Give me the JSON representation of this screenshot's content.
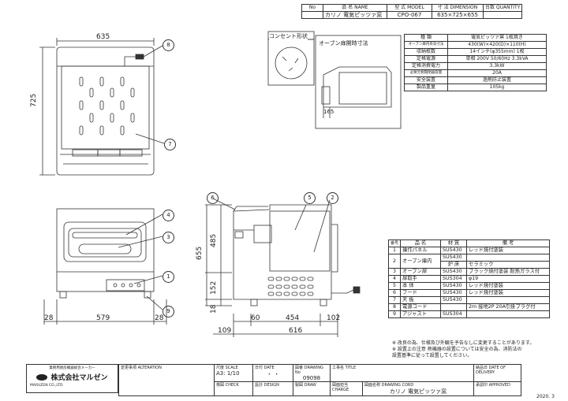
{
  "header": {
    "cols": [
      "No",
      "品 名 NAME",
      "型 式 MODEL",
      "寸 法 DIMENSION",
      "台数 QUANTITY"
    ],
    "product": "カリノ 電気ピッツァ窯",
    "model": "CPO-067",
    "dimension": "635×725×655"
  },
  "outlet": {
    "title": "コンセント形状"
  },
  "open_dim": {
    "title": "オーブン扉開時寸法",
    "value": "165"
  },
  "specs": [
    {
      "label": "種 類",
      "value": "電気ピッツァ窯 1枚焼き"
    },
    {
      "label": "オーブン庫内有効寸法",
      "value": "430(W)×420(D)×110(H)"
    },
    {
      "label": "収納枚数",
      "value": "14インチ(φ355mm) 1枚"
    },
    {
      "label": "定格電源",
      "value": "単相 200V 50/60Hz 3.3kVA"
    },
    {
      "label": "定格消費電力",
      "value": "3.3kW"
    },
    {
      "label": "必要元側開閉器容量",
      "value": "20A"
    },
    {
      "label": "安全装置",
      "value": "過熱防止装置"
    },
    {
      "label": "製品重量",
      "value": "105kg"
    }
  ],
  "parts_header": {
    "no": "番号",
    "name": "品 名",
    "material": "材 質",
    "note": "備 考"
  },
  "parts": [
    {
      "no": "1",
      "name": "操作パネル",
      "material": "SUS430",
      "note": "レッド焼付塗装"
    },
    {
      "no": "2",
      "name": "オーブン庫内",
      "material": "SUS430",
      "note": "",
      "sub": {
        "label": "炉 床",
        "material": "セラミック"
      }
    },
    {
      "no": "3",
      "name": "オーブン扉",
      "material": "SUS430",
      "note": "ブラック焼付塗装 耐熱ガラス付"
    },
    {
      "no": "4",
      "name": "扉取手",
      "material": "SUS304",
      "note": "φ19"
    },
    {
      "no": "5",
      "name": "本 体",
      "material": "SUS430",
      "note": "レッド焼付塗装"
    },
    {
      "no": "6",
      "name": "フード",
      "material": "SUS430",
      "note": "レッド焼付塗装"
    },
    {
      "no": "7",
      "name": "天 板",
      "material": "SUS430",
      "note": ""
    },
    {
      "no": "8",
      "name": "電源コード",
      "material": "",
      "note": "2m 接地2P 20A引掛プラグ付"
    },
    {
      "no": "9",
      "name": "アジャスト",
      "material": "SUS304",
      "note": ""
    }
  ],
  "notes": [
    "※ 改良の為、仕様及び外観を予告なしに変更することがあります。",
    "※ 設置上の注意 熱機器の設置については安全の為、消防法の",
    "   設置基準に従って設置してください。"
  ],
  "dims": {
    "top_width": "635",
    "top_depth": "725",
    "front_left": "28",
    "front_center": "579",
    "front_right": "28",
    "side_hood": "485",
    "side_total": "655",
    "side_body": "152",
    "side_leg": "18",
    "side_b1": "60",
    "side_b2": "454",
    "side_b3": "102",
    "side_total_depth": "616",
    "side_back": "109"
  },
  "callouts": [
    "1",
    "2",
    "3",
    "4",
    "5",
    "6",
    "7",
    "8",
    "9"
  ],
  "titleblock": {
    "maker_caption": "業務用厨房機器総合メーカー",
    "company": "株式会社マルゼン",
    "company_en": "MARUZEN CO.,LTD",
    "change": "変更事項 ALTERATION",
    "scale_label": "尺度 SCALE",
    "scale": "A3: 1/10",
    "date_label": "日付 DATE",
    "date": "・ ・",
    "drawing_no_label": "図番 DRAWING No",
    "drawing_no": "09098",
    "title_label": "工事名 TITLE",
    "delivery_label": "納品日 DATE OF DELIVERY",
    "check_label": "検図 CHECK",
    "design_label": "設計 DESIGN",
    "draw_label": "製図 DRAW",
    "owner_label": "図面担当 CHARGE",
    "name_label": "図面名称 DRAWING CORD",
    "drawing_name": "カリノ 電気ピッツァ窯",
    "approve_label": "承認印 APPROVED",
    "year": "2020. 3"
  }
}
